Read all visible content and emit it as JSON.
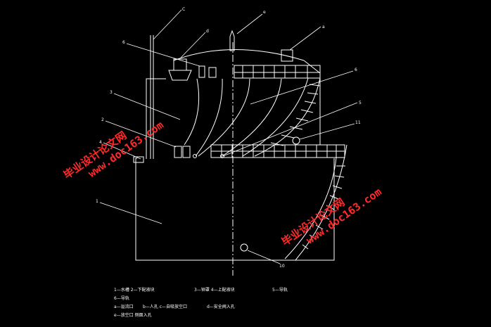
{
  "drawing": {
    "background": "#000000",
    "line_color": "#ffffff",
    "watermark_color": "#ff2a2a",
    "callouts": {
      "c": "C",
      "d": "d",
      "e": "e",
      "a": "a",
      "six_top": "6",
      "six": "6",
      "three": "3",
      "two": "2",
      "four": "4",
      "five": "5",
      "eleven": "11",
      "one": "1",
      "ten": "10"
    },
    "legend": {
      "row1_a": "1—水槽  2—下配液块",
      "row1_b": "3—钟罩  4—上配液块",
      "row1_c": "5—导轨",
      "row2": "6—导轨",
      "row3_a": "a—溢流口",
      "row3_b": "b—人孔  c—自吸放空口",
      "row3_c": "d—安全阀入孔",
      "row4": "e—放空口  侧面入孔"
    },
    "watermarks": {
      "cn_1": "毕业设计论文网",
      "url_1": "www.doc163.com",
      "cn_2": "毕业设计论文网",
      "url_2": "www.doc163.com"
    }
  }
}
